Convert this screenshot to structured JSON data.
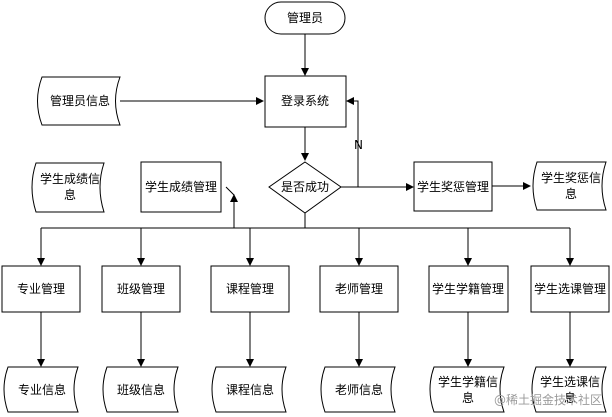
{
  "nodes": {
    "admin": "管理员",
    "login": "登录系统",
    "admin_info": "管理员信息",
    "success_check": "是否成功",
    "no_label": "N",
    "grade_doc": [
      "学生成绩信",
      "息"
    ],
    "grade_mgmt": "学生成绩管理",
    "reward_mgmt": "学生奖惩管理",
    "reward_doc": [
      "学生奖惩信",
      "息"
    ],
    "major_mgmt": "专业管理",
    "class_mgmt": "班级管理",
    "course_mgmt": "课程管理",
    "teacher_mgmt": "老师管理",
    "status_mgmt": "学生学籍管理",
    "elective_mgmt": "学生选课管理",
    "major_doc": "专业信息",
    "class_doc": "班级信息",
    "course_doc": "课程信息",
    "teacher_doc": "老师信息",
    "status_doc": [
      "学生学籍信",
      "息"
    ],
    "elective_doc": [
      "学生选课信",
      "息"
    ]
  },
  "watermark": "@稀土掘金技术社区"
}
